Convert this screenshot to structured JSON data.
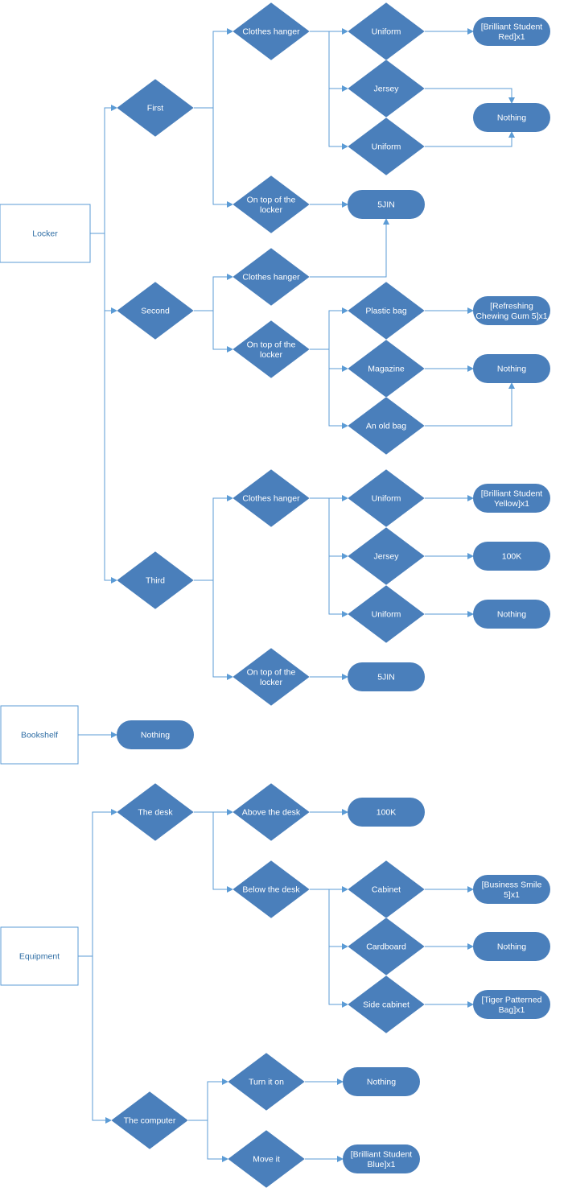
{
  "nodes": [
    {
      "id": "locker",
      "label": "Locker"
    },
    {
      "id": "first",
      "label": "First"
    },
    {
      "id": "second",
      "label": "Second"
    },
    {
      "id": "third",
      "label": "Third"
    },
    {
      "id": "f_hanger",
      "label": "Clothes hanger"
    },
    {
      "id": "f_uniform1",
      "label": "Uniform"
    },
    {
      "id": "f_jersey",
      "label": "Jersey"
    },
    {
      "id": "f_uniform2",
      "label": "Uniform"
    },
    {
      "id": "f_red",
      "label": "[Brilliant Student Red]x1"
    },
    {
      "id": "f_nothing",
      "label": "Nothing"
    },
    {
      "id": "f_top",
      "label": "On top of the locker"
    },
    {
      "id": "f_5jin",
      "label": "5JIN"
    },
    {
      "id": "s_hanger",
      "label": "Clothes hanger"
    },
    {
      "id": "s_top",
      "label": "On top of the locker"
    },
    {
      "id": "s_plastic",
      "label": "Plastic bag"
    },
    {
      "id": "s_magazine",
      "label": "Magazine"
    },
    {
      "id": "s_oldbag",
      "label": "An old bag"
    },
    {
      "id": "s_gum",
      "label": "[Refreshing Chewing Gum 5]x1"
    },
    {
      "id": "s_nothing",
      "label": "Nothing"
    },
    {
      "id": "t_hanger",
      "label": "Clothes hanger"
    },
    {
      "id": "t_uniform1",
      "label": "Uniform"
    },
    {
      "id": "t_jersey",
      "label": "Jersey"
    },
    {
      "id": "t_uniform2",
      "label": "Uniform"
    },
    {
      "id": "t_yellow",
      "label": "[Brilliant Student Yellow]x1"
    },
    {
      "id": "t_100k",
      "label": "100K"
    },
    {
      "id": "t_nothing",
      "label": "Nothing"
    },
    {
      "id": "t_top",
      "label": "On top of the locker"
    },
    {
      "id": "t_5jin",
      "label": "5JIN"
    },
    {
      "id": "bookshelf",
      "label": "Bookshelf"
    },
    {
      "id": "b_nothing",
      "label": "Nothing"
    },
    {
      "id": "equipment",
      "label": "Equipment"
    },
    {
      "id": "desk",
      "label": "The desk"
    },
    {
      "id": "computer",
      "label": "The computer"
    },
    {
      "id": "d_above",
      "label": "Above the desk"
    },
    {
      "id": "d_100k",
      "label": "100K"
    },
    {
      "id": "d_below",
      "label": "Below the desk"
    },
    {
      "id": "d_cabinet",
      "label": "Cabinet"
    },
    {
      "id": "d_cardboard",
      "label": "Cardboard"
    },
    {
      "id": "d_side",
      "label": "Side cabinet"
    },
    {
      "id": "d_smile",
      "label": "[Business Smile 5]x1"
    },
    {
      "id": "d_nothing",
      "label": "Nothing"
    },
    {
      "id": "d_tiger",
      "label": "[Tiger Patterned Bag]x1"
    },
    {
      "id": "c_turn",
      "label": "Turn it on"
    },
    {
      "id": "c_move",
      "label": "Move it"
    },
    {
      "id": "c_nothing",
      "label": "Nothing"
    },
    {
      "id": "c_blue",
      "label": "[Brilliant Student Blue]x1"
    }
  ],
  "edges": [
    [
      "locker",
      "first"
    ],
    [
      "locker",
      "second"
    ],
    [
      "locker",
      "third"
    ],
    [
      "first",
      "f_hanger"
    ],
    [
      "first",
      "f_top"
    ],
    [
      "f_hanger",
      "f_uniform1"
    ],
    [
      "f_hanger",
      "f_jersey"
    ],
    [
      "f_hanger",
      "f_uniform2"
    ],
    [
      "f_uniform1",
      "f_red"
    ],
    [
      "f_jersey",
      "f_nothing"
    ],
    [
      "f_uniform2",
      "f_nothing"
    ],
    [
      "f_top",
      "f_5jin"
    ],
    [
      "second",
      "s_hanger"
    ],
    [
      "second",
      "s_top"
    ],
    [
      "s_hanger",
      "f_5jin"
    ],
    [
      "s_top",
      "s_plastic"
    ],
    [
      "s_top",
      "s_magazine"
    ],
    [
      "s_top",
      "s_oldbag"
    ],
    [
      "s_plastic",
      "s_gum"
    ],
    [
      "s_magazine",
      "s_nothing"
    ],
    [
      "s_oldbag",
      "s_nothing"
    ],
    [
      "third",
      "t_hanger"
    ],
    [
      "third",
      "t_top"
    ],
    [
      "t_hanger",
      "t_uniform1"
    ],
    [
      "t_hanger",
      "t_jersey"
    ],
    [
      "t_hanger",
      "t_uniform2"
    ],
    [
      "t_uniform1",
      "t_yellow"
    ],
    [
      "t_jersey",
      "t_100k"
    ],
    [
      "t_uniform2",
      "t_nothing"
    ],
    [
      "t_top",
      "t_5jin"
    ],
    [
      "bookshelf",
      "b_nothing"
    ],
    [
      "equipment",
      "desk"
    ],
    [
      "equipment",
      "computer"
    ],
    [
      "desk",
      "d_above"
    ],
    [
      "desk",
      "d_below"
    ],
    [
      "d_above",
      "d_100k"
    ],
    [
      "d_below",
      "d_cabinet"
    ],
    [
      "d_below",
      "d_cardboard"
    ],
    [
      "d_below",
      "d_side"
    ],
    [
      "d_cabinet",
      "d_smile"
    ],
    [
      "d_cardboard",
      "d_nothing"
    ],
    [
      "d_side",
      "d_tiger"
    ],
    [
      "computer",
      "c_turn"
    ],
    [
      "computer",
      "c_move"
    ],
    [
      "c_turn",
      "c_nothing"
    ],
    [
      "c_move",
      "c_blue"
    ]
  ]
}
